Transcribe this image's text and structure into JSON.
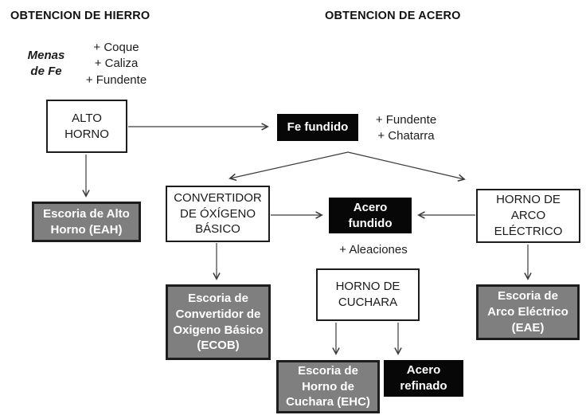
{
  "colors": {
    "box_gray": "#7f7f7f",
    "box_black": "#070707",
    "ink": "#1d1d1d",
    "wire": "#3c3c3c"
  },
  "headers": {
    "left": "OBTENCION DE HIERRO",
    "right": "OBTENCION DE ACERO"
  },
  "annotations": {
    "menas": {
      "lines": [
        "Menas",
        "de Fe"
      ]
    },
    "blast_inputs": {
      "lines": [
        "+ Coque",
        "+ Caliza",
        "+ Fundente"
      ]
    },
    "steel_inputs": {
      "lines": [
        "+ Fundente",
        "+ Chatarra"
      ]
    },
    "ladle_input": {
      "lines": [
        "+ Aleaciones"
      ]
    }
  },
  "nodes": {
    "alto_horno": {
      "type": "process",
      "lines": [
        "ALTO",
        "HORNO"
      ]
    },
    "fe_fundido": {
      "type": "product",
      "lines": [
        "Fe fundido"
      ]
    },
    "eah": {
      "type": "slag",
      "lines": [
        "Escoria de Alto",
        "Horno (EAH)"
      ]
    },
    "convertidor": {
      "type": "process",
      "lines": [
        "CONVERTIDOR",
        "DE ÓXÍGENO",
        "BÁSICO"
      ]
    },
    "acero_fundido": {
      "type": "product",
      "lines": [
        "Acero",
        "fundido"
      ]
    },
    "horno_arco": {
      "type": "process",
      "lines": [
        "HORNO DE",
        "ARCO",
        "ELÉCTRICO"
      ]
    },
    "ecob": {
      "type": "slag",
      "lines": [
        "Escoria de",
        "Convertidor de",
        "Oxigeno Básico",
        "(ECOB)"
      ]
    },
    "horno_cuchara": {
      "type": "process",
      "lines": [
        "HORNO DE",
        "CUCHARA"
      ]
    },
    "eae": {
      "type": "slag",
      "lines": [
        "Escoria de",
        "Arco Eléctrico",
        "(EAE)"
      ]
    },
    "ehc": {
      "type": "slag",
      "lines": [
        "Escoria de",
        "Horno de",
        "Cuchara (EHC)"
      ]
    },
    "acero_refinado": {
      "type": "product",
      "lines": [
        "Acero",
        "refinado"
      ]
    }
  }
}
